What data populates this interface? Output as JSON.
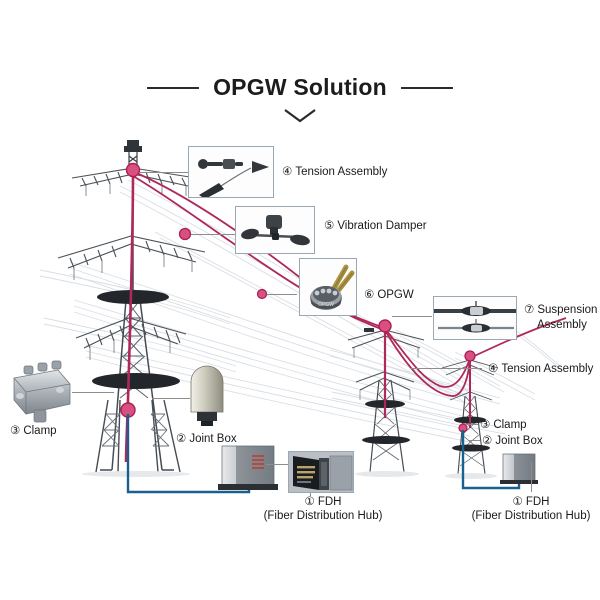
{
  "header": {
    "title": "OPGW Solution",
    "rule_left": "—",
    "rule_right": "—",
    "chevron_icon": "chevron-down-icon"
  },
  "colors": {
    "opgw_cable": "#b0285a",
    "node_marker": "#d94f7f",
    "node_marker_edge": "#a81f52",
    "fiber_route": "#17608f",
    "tower_dark": "#3a3f45",
    "tower_light": "#b9c2cb",
    "conductor_ghost": "#d7dde3",
    "thumb_border": "#9aa8b4",
    "leader_line": "#8d8d8d",
    "title_rule": "#2b2b2b",
    "background": "#ffffff"
  },
  "callouts": [
    {
      "id": "tension-assembly-top",
      "number": "④",
      "label": "Tension Assembly",
      "thumbnail": "tension-assembly-hardware-photo"
    },
    {
      "id": "vibration-damper",
      "number": "⑤",
      "label": "Vibration Damper",
      "thumbnail": "stockbridge-damper-photo"
    },
    {
      "id": "opgw",
      "number": "⑥",
      "label": "OPGW",
      "thumbnail": "opgw-cable-cross-section-photo"
    },
    {
      "id": "suspension-assembly",
      "number": "⑦",
      "label_line1": "Suspension",
      "label_line2": "Assembly",
      "thumbnail": "suspension-clamp-photo"
    },
    {
      "id": "tension-assembly-right",
      "number": "④",
      "label": "Tension Assembly"
    },
    {
      "id": "clamp-left",
      "number": "③",
      "label": "Clamp",
      "thumbnail": "parallel-groove-clamp-photo"
    },
    {
      "id": "joint-box-left",
      "number": "②",
      "label": "Joint Box",
      "thumbnail": "dome-joint-closure-photo"
    },
    {
      "id": "fdh-left",
      "number": "①",
      "label_line1": "FDH",
      "label_line2": "(Fiber Distribution Hub)",
      "thumbnail": "fiber-distribution-hub-cabinet-photo"
    },
    {
      "id": "clamp-right",
      "number": "③",
      "label": "Clamp"
    },
    {
      "id": "joint-box-right",
      "number": "②",
      "label": "Joint Box"
    },
    {
      "id": "fdh-right",
      "number": "①",
      "label_line1": "FDH",
      "label_line2": "(Fiber Distribution Hub)"
    }
  ],
  "scene": {
    "towers": [
      {
        "name": "transmission-tower-left",
        "size": "large"
      },
      {
        "name": "transmission-tower-middle",
        "size": "medium"
      },
      {
        "name": "transmission-tower-right",
        "size": "small"
      }
    ],
    "cabinets": [
      {
        "name": "fdh-cabinet-left"
      },
      {
        "name": "fdh-cabinet-right"
      }
    ]
  }
}
